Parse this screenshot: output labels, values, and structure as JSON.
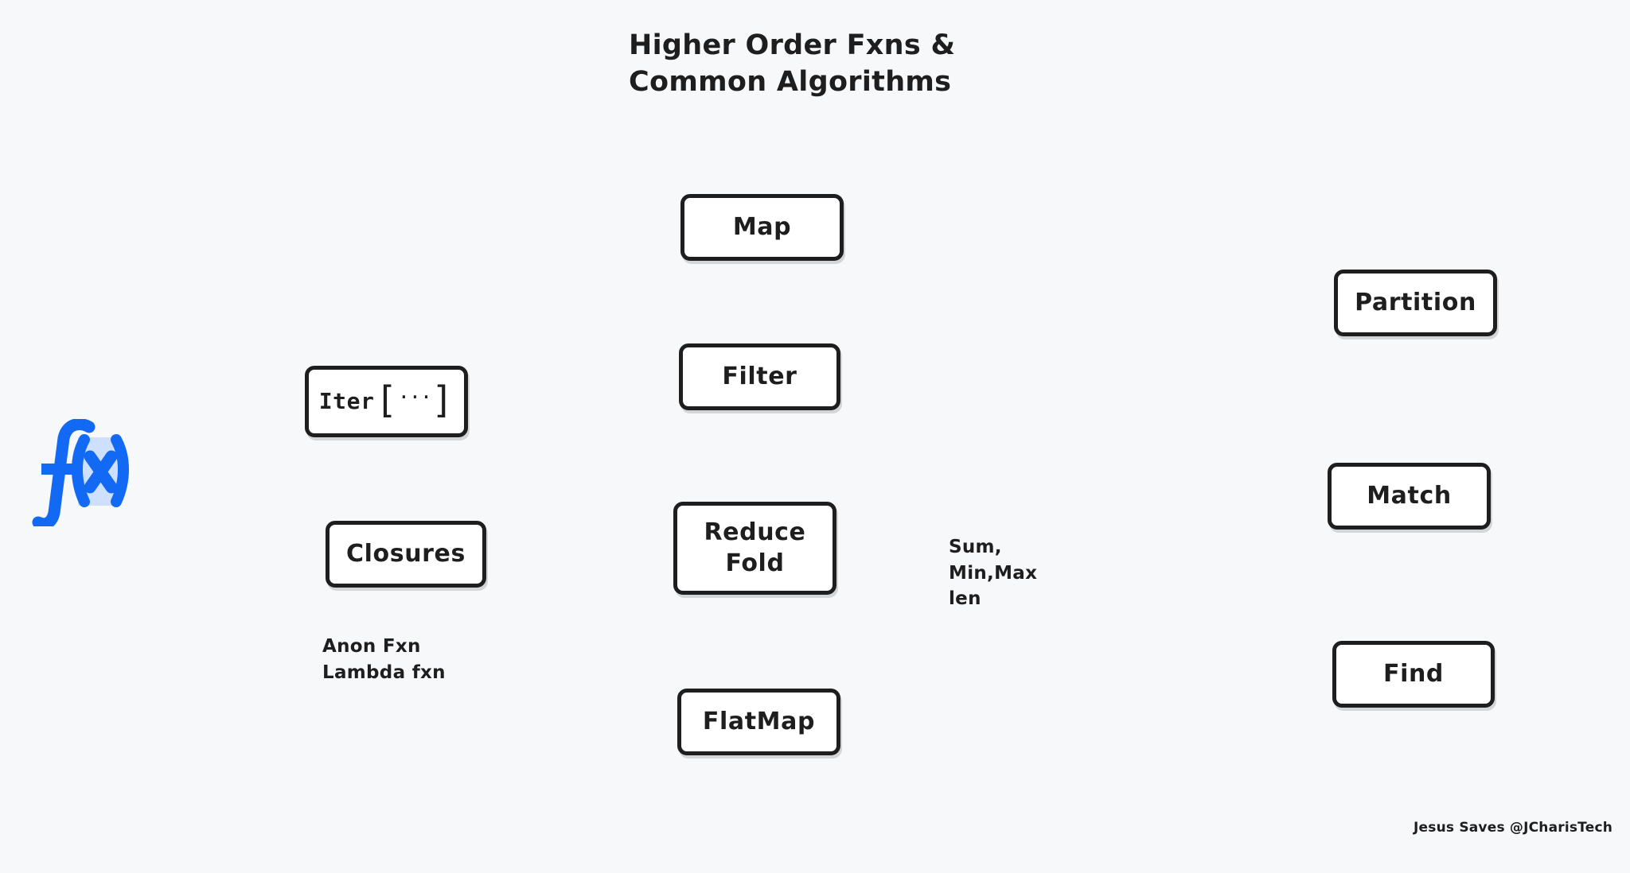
{
  "page": {
    "title": "Higher Order Fxns & Common Algorithms",
    "background_color": "#f7f8fa",
    "stroke_color": "#1e1e1e",
    "card_fill": "#ffffff",
    "accent_color": "#1269f3",
    "accent_highlight": "#cde0ff"
  },
  "logo": {
    "name": "fx-logo",
    "f_glyph": "f",
    "paren_open": "(",
    "paren_close": ")",
    "variable": "x"
  },
  "boxes": {
    "map": {
      "label": "Map"
    },
    "filter": {
      "label": "Filter"
    },
    "reduce": {
      "label": "Reduce\nFold"
    },
    "flatmap": {
      "label": "FlatMap"
    },
    "iter": {
      "label": "Iter",
      "bracket_open": "[",
      "bracket_dots": "···",
      "bracket_close": "]"
    },
    "closures": {
      "label": "Closures"
    },
    "partition": {
      "label": "Partition"
    },
    "match": {
      "label": "Match"
    },
    "find": {
      "label": "Find"
    }
  },
  "notes": {
    "anon": "Anon Fxn\nLambda fxn",
    "aggregations": "Sum,\nMin,Max\nlen"
  },
  "footer": {
    "credit": "Jesus Saves @JCharisTech"
  }
}
